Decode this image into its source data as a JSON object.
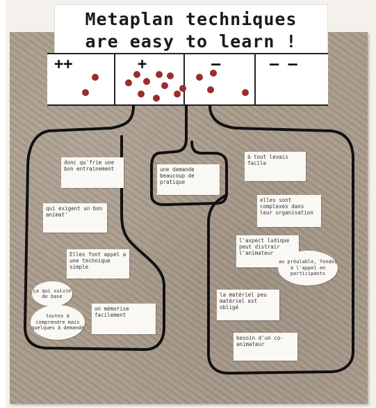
{
  "title": {
    "line1": "Metaplan techniques",
    "line2": "are easy to learn !"
  },
  "columns": [
    {
      "symbol": "++",
      "dots": 2
    },
    {
      "symbol": "+",
      "dots": 9
    },
    {
      "symbol": "—",
      "dots": 5
    },
    {
      "symbol": "— —",
      "dots": 0
    }
  ],
  "cards_left": [
    "donc qu'frim une bon entrainement",
    "qui exigent un bon animat'",
    "Elles font appel a une technique simple",
    "on mémorise facilement"
  ],
  "ovals_left": [
    "ça qui suivie de base",
    "toutes à comprendre mais quelques à demandé"
  ],
  "card_center": "une demande beaucoup de pratique",
  "cards_right": [
    "à tout levais facile",
    "elles sont complexes dans leur organisation",
    "l'aspect ludique peut distrair l'animateur",
    "la matériel peu matériel est obligé",
    "besoin d'un co-animateur"
  ],
  "ovals_right": [
    "au préalable, fondez à l'appel en participants"
  ]
}
